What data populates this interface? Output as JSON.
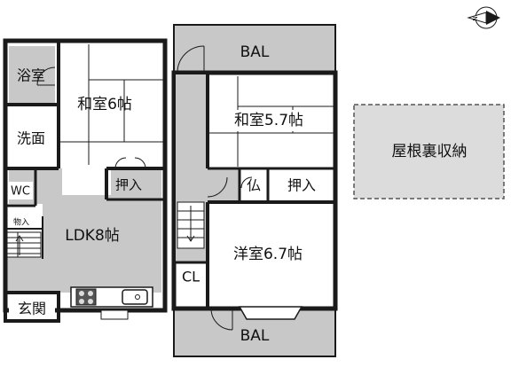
{
  "floor1": {
    "bath": "浴室",
    "washroom": "洗面",
    "wc": "WC",
    "japanese_room": "和室6帖",
    "closet": "押入",
    "ldk": "LDK8帖",
    "storage": "物入",
    "entrance": "玄関"
  },
  "floor2": {
    "balcony_top": "BAL",
    "balcony_bottom": "BAL",
    "japanese_room": "和室5.7帖",
    "altar": "仏",
    "closet": "押入",
    "western_room": "洋室6.7帖",
    "cl": "CL"
  },
  "attic": {
    "label": "屋根裏収納"
  },
  "compass": {
    "label": "N"
  },
  "colors": {
    "wall": "#1a1a1a",
    "shade": "#c8c8c8",
    "background": "#ffffff"
  }
}
